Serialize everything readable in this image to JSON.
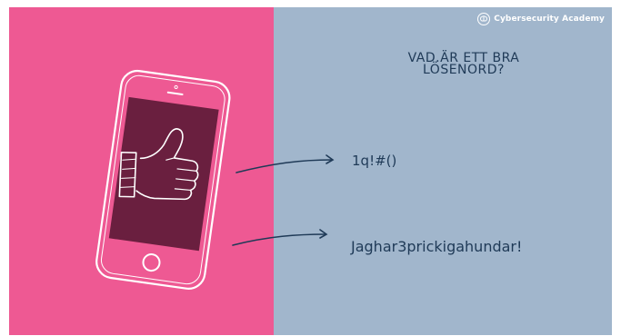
{
  "colors": {
    "left_background": "#ee5993",
    "right_background": "#a1b6cc",
    "screen": "#6a1f3f",
    "text": "#1f3a57",
    "outline": "#ffffff"
  },
  "brand": {
    "name": "Cybersecurity Academy",
    "icon": "brain-icon"
  },
  "heading": {
    "line1": "VAD.ÄR ETT BRA",
    "line2": "LÖSENORD?"
  },
  "answers": {
    "weak": "1q!#()",
    "strong": "Jaghar3prickigahundar!"
  },
  "illustration": {
    "icon": "thumbs-up-icon",
    "device": "smartphone-icon"
  }
}
